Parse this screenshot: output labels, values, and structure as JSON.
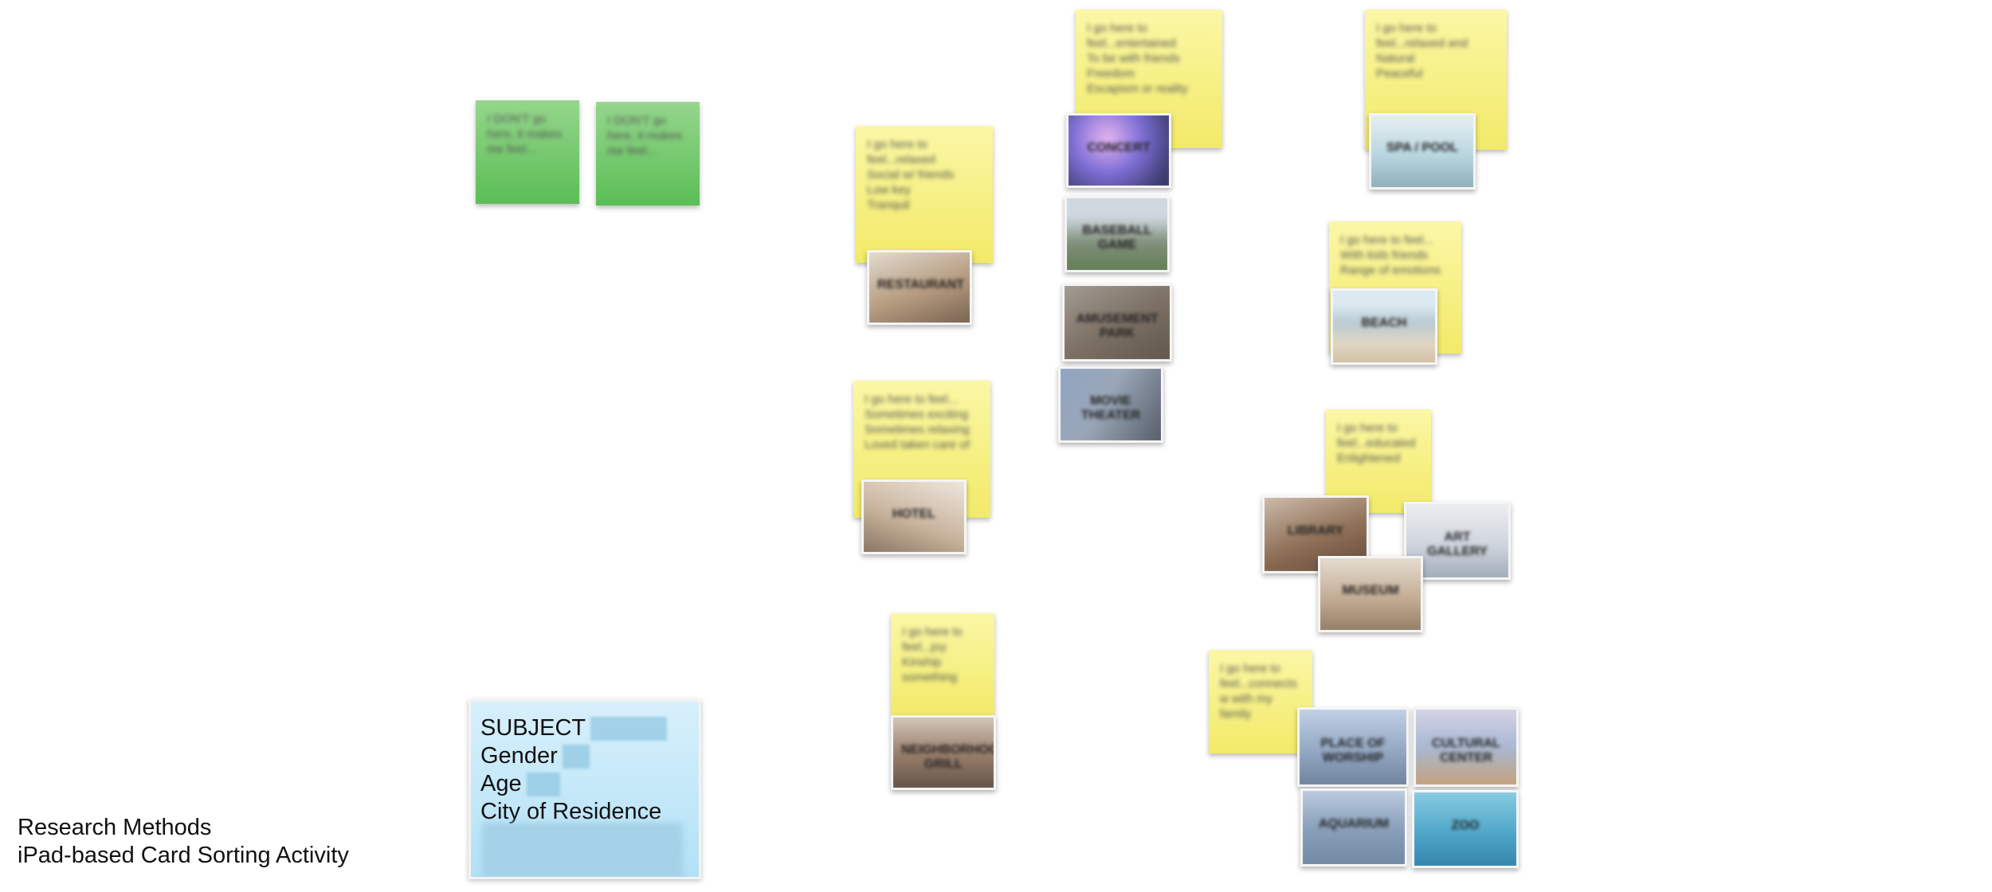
{
  "footer": {
    "line1": "Research Methods",
    "line2": "iPad-based Card  Sorting Activity"
  },
  "subject_card": {
    "subject_label": "SUBJECT",
    "gender_label": "Gender",
    "age_label": "Age",
    "city_label": "City of Residence"
  },
  "green_notes": [
    {
      "lines": [
        "I DON'T go",
        "here, it makes",
        "me feel..."
      ]
    },
    {
      "lines": [
        "I DON'T go",
        "here, it makes",
        "me feel..."
      ]
    }
  ],
  "yellow_notes": [
    {
      "lines": [
        "I go here to",
        "feel...relaxed",
        "Social w/ friends",
        "Low key",
        "Tranquil"
      ]
    },
    {
      "lines": [
        "I go here to feel...",
        "Sometimes exciting",
        "Sometimes relaxing",
        "Loved taken care of"
      ]
    },
    {
      "lines": [
        "I go here to",
        "feel...joy",
        "Kinship",
        "something"
      ]
    },
    {
      "lines": [
        "I go here to",
        "feel...entertained",
        "To be with friends",
        "Freedom",
        "Escapism or reality"
      ]
    },
    {
      "lines": [
        "I go here to",
        "feel...relaxed and",
        "Natural",
        "Peaceful"
      ]
    },
    {
      "lines": [
        "I go here to feel...",
        "With kids friends",
        "Range of emotions"
      ]
    },
    {
      "lines": [
        "I go here to",
        "feel...educated",
        "Enlightened"
      ]
    },
    {
      "lines": [
        "I go here to",
        "feel...connects",
        "w with my",
        "family"
      ]
    }
  ],
  "photo_captions": {
    "restaurant": "RESTAURANT",
    "hotel": "HOTEL",
    "dining": "NEIGHBORHOOD GRILL",
    "concert": "CONCERT",
    "ballpark": "BASEBALL GAME",
    "amusement": "AMUSEMENT PARK",
    "theater": "MOVIE THEATER",
    "spa": "SPA / POOL",
    "beach": "BEACH",
    "library": "LIBRARY",
    "gallery": "ART GALLERY",
    "museum": "MUSEUM",
    "worship": "PLACE OF WORSHIP",
    "festival": "CULTURAL CENTER",
    "aquarium": "AQUARIUM",
    "zoo": "ZOO"
  }
}
